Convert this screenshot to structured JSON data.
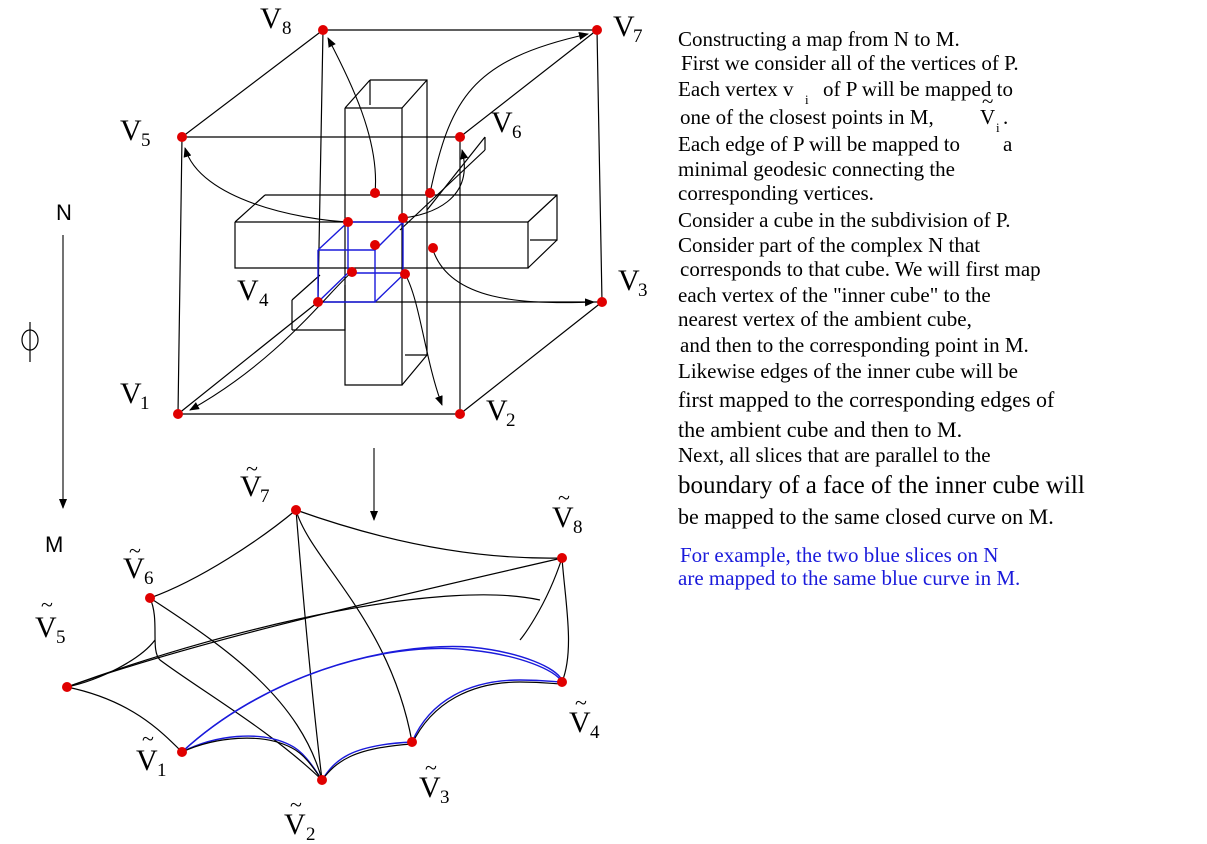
{
  "axis": {
    "top_label": "N",
    "bottom_label": "M",
    "map_symbol": "φ"
  },
  "cube_vertices": [
    {
      "id": "v8",
      "letter": "V",
      "sub": "8"
    },
    {
      "id": "v7",
      "letter": "V",
      "sub": "7"
    },
    {
      "id": "v5",
      "letter": "V",
      "sub": "5"
    },
    {
      "id": "v6",
      "letter": "V",
      "sub": "6"
    },
    {
      "id": "v3",
      "letter": "V",
      "sub": "3"
    },
    {
      "id": "v4",
      "letter": "V",
      "sub": "4"
    },
    {
      "id": "v1",
      "letter": "V",
      "sub": "1"
    },
    {
      "id": "v2",
      "letter": "V",
      "sub": "2"
    }
  ],
  "surface_vertices": [
    {
      "id": "t7",
      "letter": "V",
      "sub": "7",
      "tilde": "~"
    },
    {
      "id": "t8",
      "letter": "V",
      "sub": "8",
      "tilde": "~"
    },
    {
      "id": "t6",
      "letter": "V",
      "sub": "6",
      "tilde": "~"
    },
    {
      "id": "t5",
      "letter": "V",
      "sub": "5",
      "tilde": "~"
    },
    {
      "id": "t4",
      "letter": "V",
      "sub": "4",
      "tilde": "~"
    },
    {
      "id": "t1",
      "letter": "V",
      "sub": "1",
      "tilde": "~"
    },
    {
      "id": "t3",
      "letter": "V",
      "sub": "3",
      "tilde": "~"
    },
    {
      "id": "t2",
      "letter": "V",
      "sub": "2",
      "tilde": "~"
    }
  ],
  "description": [
    "Constructing a map from N to M.",
    "First we consider all of the vertices of P.",
    "Each vertex v",
    "of P will be mapped to",
    "one of the closest points in M,",
    "Each edge of P will be mapped to",
    "a",
    "minimal geodesic connecting the",
    "corresponding vertices.",
    "Consider a cube in the subdivision of P.",
    "Consider part of the complex N that",
    "corresponds to that cube. We will first map",
    "each vertex of the \"inner cube\" to the",
    "nearest vertex of the ambient cube,",
    "and then to the corresponding point in M.",
    "Likewise edges of the inner cube will be",
    "first mapped to the corresponding edges of",
    "the ambient cube and then to M.",
    "Next, all slices that are parallel to the",
    "boundary of a face of the inner cube will",
    "be mapped to the same closed curve on M."
  ],
  "inline_symbols": {
    "sub_i": "i",
    "v_tilde_letter": "V",
    "v_tilde_sub": "i",
    "v_tilde_mark": "~",
    "period": "."
  },
  "blue_note": [
    "For example, the two blue slices on N",
    "are mapped to the same blue curve in M."
  ],
  "colors": {
    "vertex_dot": "#e00000",
    "blue_slice": "#1a1adb",
    "edges": "#000000"
  }
}
